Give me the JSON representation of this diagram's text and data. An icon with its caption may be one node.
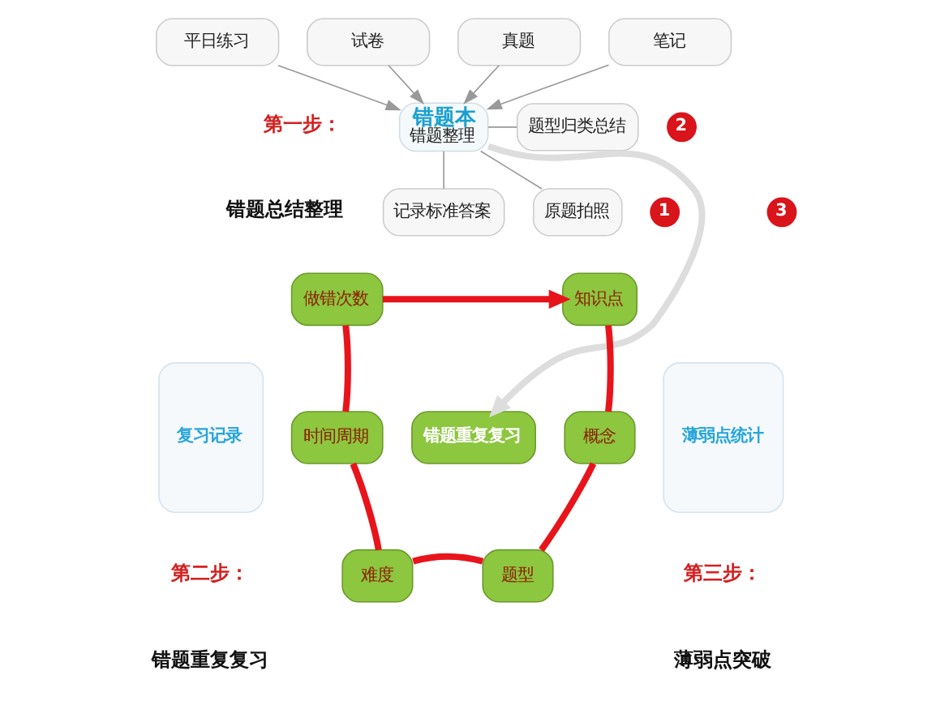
{
  "diagram": {
    "nodes": [
      {
        "text": [
          "平日练习"
        ]
      },
      {
        "text": [
          "试卷"
        ]
      },
      {
        "text": [
          "真题"
        ]
      },
      {
        "text": [
          "笔记"
        ]
      },
      {
        "text": [
          "错题本",
          "错题整理"
        ]
      },
      {
        "text": [
          "原题拍照"
        ]
      },
      {
        "text": [
          "1"
        ]
      },
      {
        "text": [
          "题型归类总结"
        ]
      },
      {
        "text": [
          "2"
        ]
      },
      {
        "text": [
          "记录标准答案"
        ]
      },
      {
        "text": [
          "3"
        ]
      },
      {
        "text": [
          "做错次数"
        ]
      },
      {
        "text": [
          "知识点"
        ]
      },
      {
        "text": [
          "复习记录"
        ]
      },
      {
        "text": [
          "时间周期"
        ]
      },
      {
        "text": [
          "错题重复复习"
        ]
      },
      {
        "text": [
          "概念"
        ]
      },
      {
        "text": [
          "薄弱点统计"
        ]
      },
      {
        "text": [
          "难度"
        ]
      },
      {
        "text": [
          "题型"
        ]
      }
    ],
    "edges": [
      {
        "from": 0,
        "to": 4,
        "arrow": "to"
      },
      {
        "from": 1,
        "to": 4,
        "arrow": "to"
      },
      {
        "from": 2,
        "to": 4,
        "arrow": "to"
      },
      {
        "from": 3,
        "to": 4,
        "arrow": "to"
      },
      {
        "from": 4,
        "to": 5,
        "arrow": "none"
      },
      {
        "from": 4,
        "to": 7,
        "arrow": "none"
      },
      {
        "from": 4,
        "to": 9,
        "arrow": "none"
      },
      {
        "from": 4,
        "to": 15,
        "arrow": "to",
        "style": "thick",
        "color": "#dddddd"
      },
      {
        "from": 11,
        "to": 12,
        "arrow": "to",
        "style": "thick",
        "color": "#e8141b"
      },
      {
        "from": 12,
        "to": 16,
        "arrow": "none",
        "style": "thick",
        "color": "#e8141b"
      },
      {
        "from": 16,
        "to": 19,
        "arrow": "none",
        "style": "thick",
        "color": "#e8141b"
      },
      {
        "from": 19,
        "to": 18,
        "arrow": "none",
        "style": "thick",
        "color": "#e8141b"
      },
      {
        "from": 18,
        "to": 14,
        "arrow": "none",
        "style": "thick",
        "color": "#e8141b"
      },
      {
        "from": 14,
        "to": 11,
        "arrow": "none",
        "style": "thick",
        "color": "#e8141b"
      }
    ],
    "labels": [
      "第一步：",
      "错题总结整理",
      "第二步：",
      "错题重复复习",
      "第三步：",
      "薄弱点突破"
    ]
  }
}
